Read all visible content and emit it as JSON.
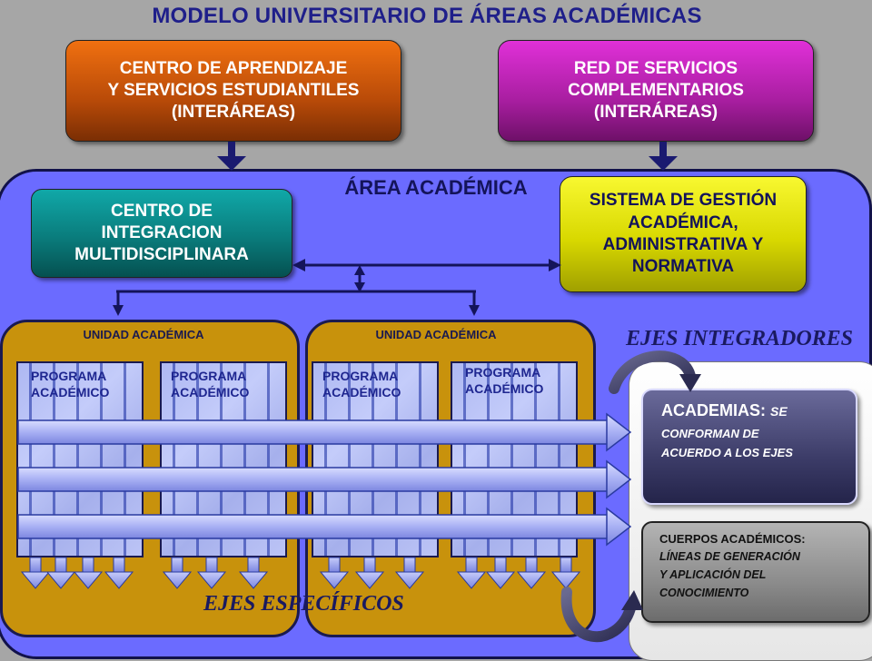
{
  "title": "MODELO UNIVERSITARIO DE ÁREAS ACADÉMICAS",
  "top_boxes": {
    "centro_aprendizaje": [
      "CENTRO DE APRENDIZAJE",
      "Y SERVICIOS ESTUDIANTILES",
      "(INTERÁREAS)"
    ],
    "red_servicios": [
      "RED DE SERVICIOS",
      "COMPLEMENTARIOS",
      "(INTERÁREAS)"
    ]
  },
  "area": {
    "title": "ÁREA ACADÉMICA",
    "centro_integracion": [
      "CENTRO DE",
      "INTEGRACION",
      "MULTIDISCIPLINARA"
    ],
    "sistema_gestion": [
      "SISTEMA DE GESTIÓN",
      "ACADÉMICA,",
      "ADMINISTRATIVA Y",
      "NORMATIVA"
    ]
  },
  "units": [
    {
      "label": "UNIDAD ACADÉMICA",
      "programs": [
        [
          "PROGRAMA",
          "ACADÉMICO"
        ],
        [
          "PROGRAMA",
          "ACADÉMICO"
        ]
      ]
    },
    {
      "label": "UNIDAD ACADÉMICA",
      "programs": [
        [
          "PROGRAMA",
          "ACADÉMICO"
        ],
        [
          "PROGRAMA",
          "ACADÉMICO"
        ]
      ]
    }
  ],
  "ejes_integradores": "EJES INTEGRADORES",
  "ejes_especificos": "EJES ESPECÍFICOS",
  "academias": {
    "title": "ACADEMIAS:",
    "title_tail": "SE",
    "text": [
      "CONFORMAN DE",
      "ACUERDO A LOS EJES"
    ]
  },
  "cuerpos": {
    "title": "CUERPOS ACADÉMICOS:",
    "text": [
      "LÍNEAS DE GENERACIÓN",
      "Y APLICACIÓN DEL",
      "CONOCIMIENTO"
    ]
  },
  "colors": {
    "area_blue": "#6b6bff",
    "unit_gold": "#c8920c",
    "orange": "#d05a0a",
    "magenta": "#c020b8",
    "teal": "#0a8888",
    "yellow": "#e8e800",
    "navy": "#1a1a60"
  }
}
